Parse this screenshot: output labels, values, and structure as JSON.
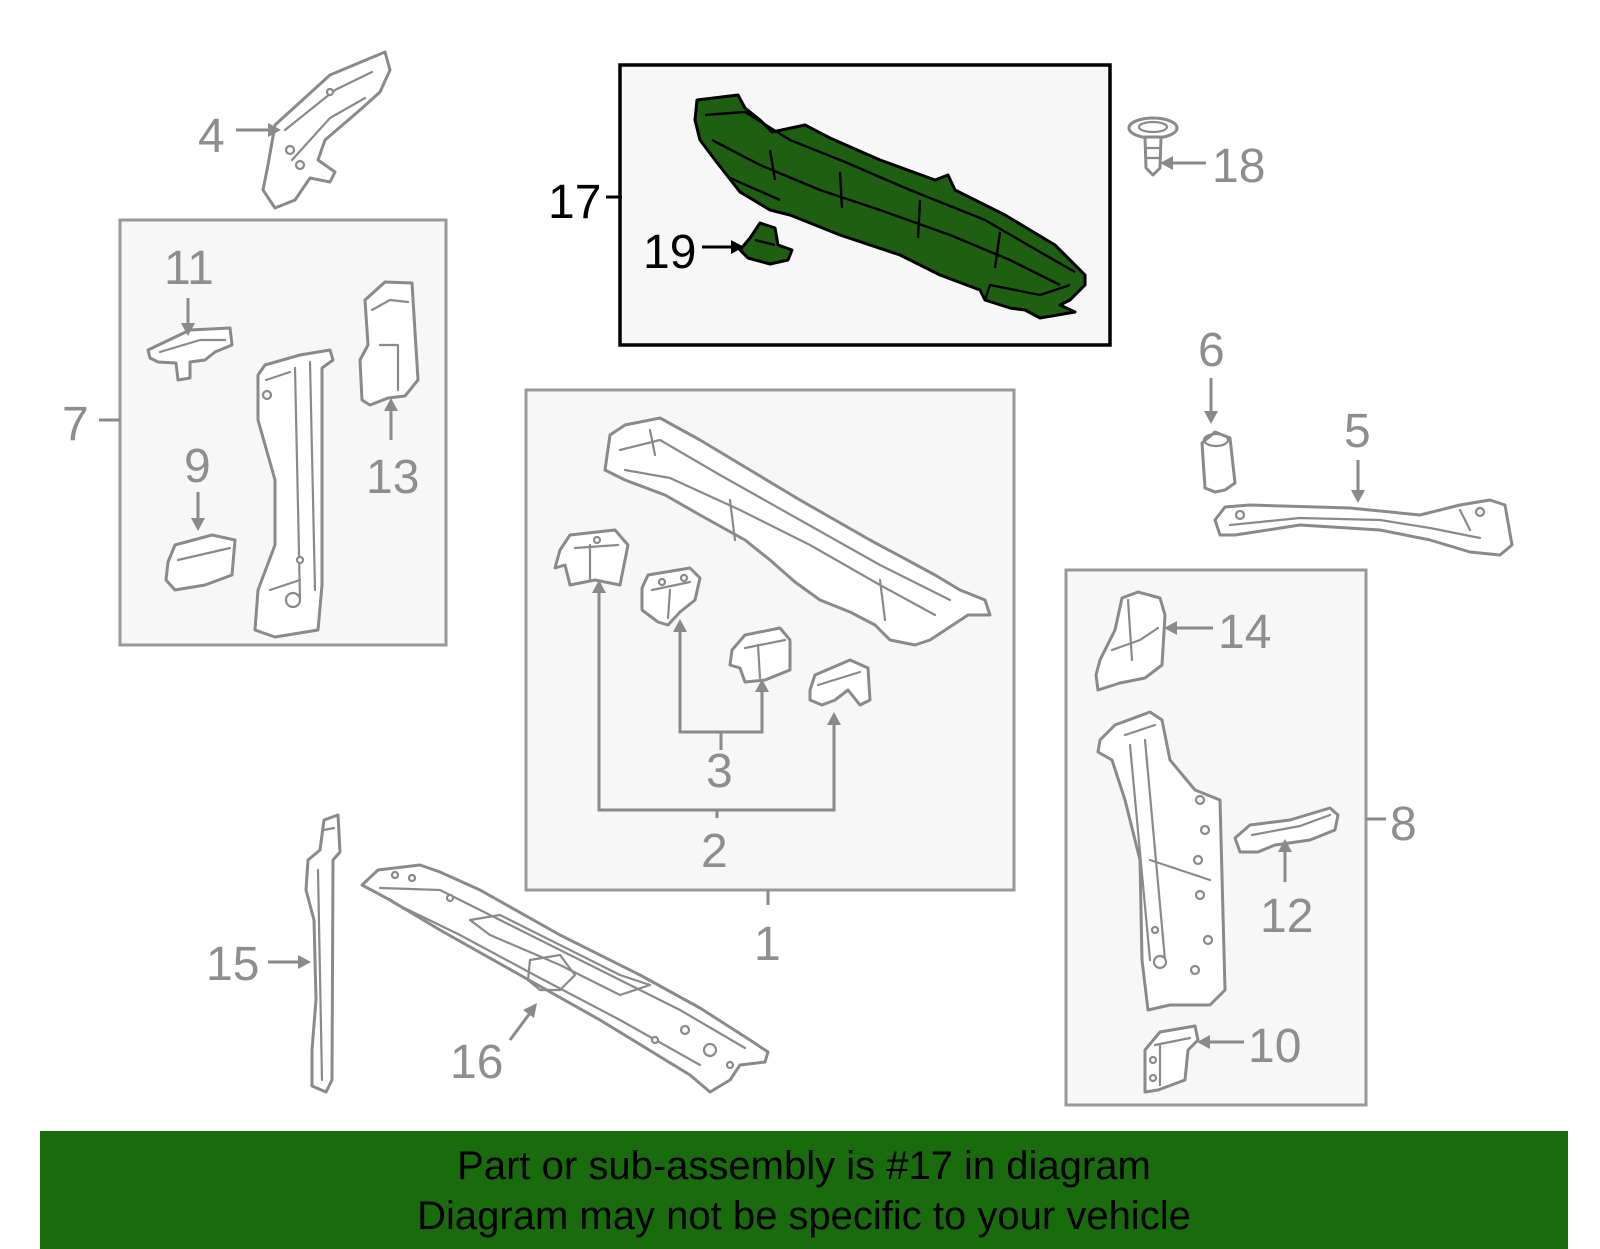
{
  "highlighted_part": "17",
  "colors": {
    "highlight_fill": "#1f5f12",
    "banner_background": "#1a6a0e",
    "callout_gray": "#8e8e8e"
  },
  "callouts": {
    "c1": "1",
    "c2": "2",
    "c3": "3",
    "c4": "4",
    "c5": "5",
    "c6": "6",
    "c7": "7",
    "c8": "8",
    "c9": "9",
    "c10": "10",
    "c11": "11",
    "c12": "12",
    "c13": "13",
    "c14": "14",
    "c15": "15",
    "c16": "16",
    "c17": "17",
    "c18": "18",
    "c19": "19"
  },
  "banner": {
    "line1": "Part or sub-assembly is #17 in diagram",
    "line2": "Diagram may not be specific to your vehicle"
  }
}
